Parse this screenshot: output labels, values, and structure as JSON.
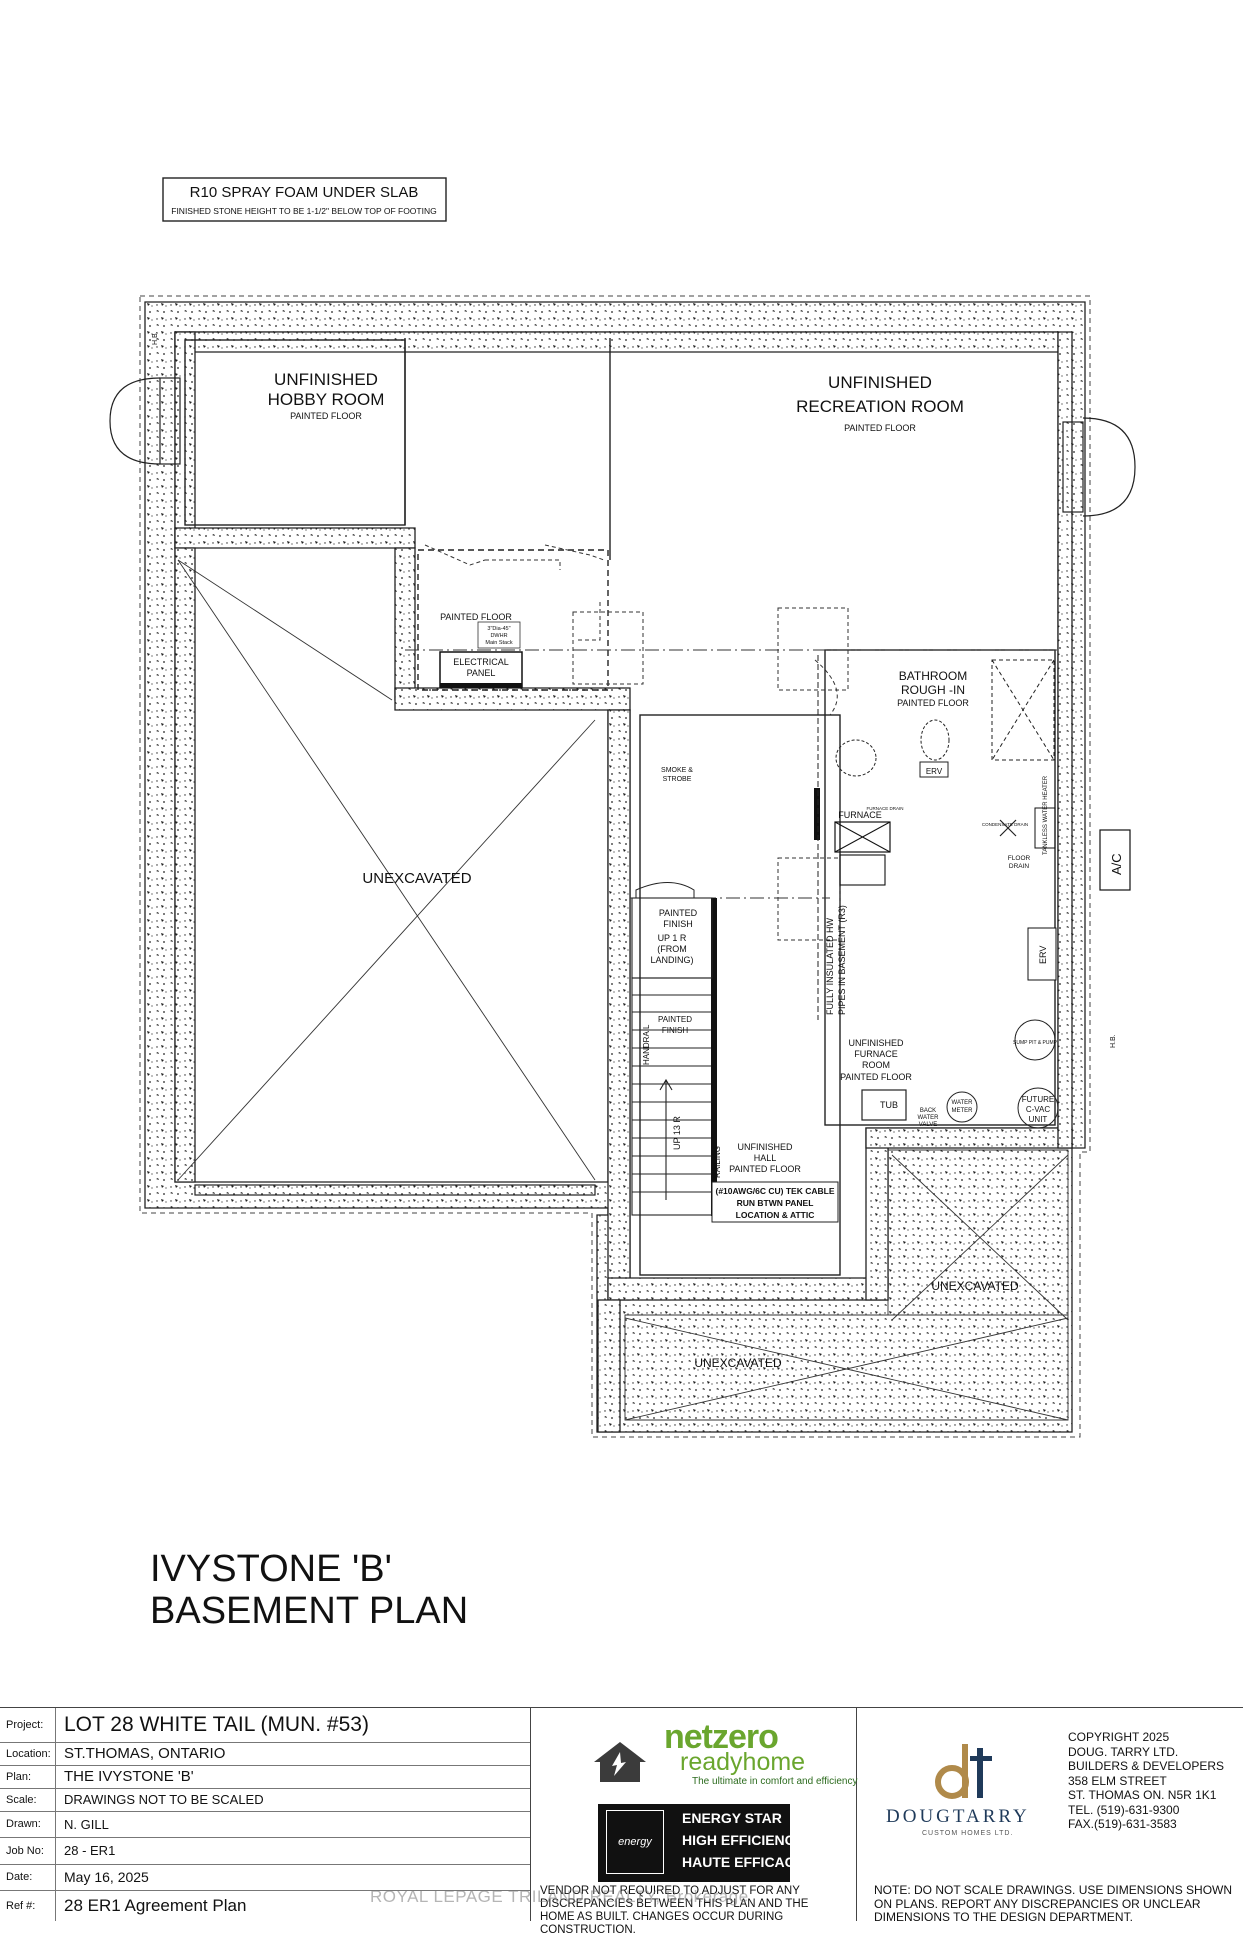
{
  "spec": {
    "line1": "R10 SPRAY FOAM UNDER SLAB",
    "line2": "FINISHED STONE HEIGHT TO BE 1-1/2\" BELOW TOP OF FOOTING"
  },
  "rooms": {
    "hobby1": "UNFINISHED",
    "hobby2": "HOBBY ROOM",
    "hobby_floor": "PAINTED FLOOR",
    "rec1": "UNFINISHED",
    "rec2": "RECREATION ROOM",
    "rec_floor": "PAINTED FLOOR",
    "unexc_left": "UNEXCAVATED",
    "unexc_right": "UNEXCAVATED",
    "unexc_bottom": "UNEXCAVATED",
    "bath1": "BATHROOM",
    "bath2": "ROUGH -IN",
    "bath_floor": "PAINTED FLOOR",
    "furnace_room1": "UNFINISHED",
    "furnace_room2": "FURNACE",
    "furnace_room3": "ROOM",
    "furnace_room_floor": "PAINTED FLOOR",
    "hall1": "UNFINISHED",
    "hall2": "HALL",
    "hall_floor": "PAINTED FLOOR"
  },
  "labels": {
    "painted_floor": "PAINTED FLOOR",
    "dwhr1": "3\"Dia-45\"",
    "dwhr2": "DWHR",
    "dwhr3": "Main Stack",
    "electrical1": "ELECTRICAL",
    "electrical2": "PANEL",
    "smoke1": "SMOKE &",
    "smoke2": "STROBE",
    "furnace": "FURNACE",
    "furnace_drain": "FURNACE DRAIN",
    "condensate": "CONDENSATE DRAIN",
    "tankless": "TANKLESS WATER HEATER",
    "ac": "A/C",
    "floor_drain1": "FLOOR",
    "floor_drain2": "DRAIN",
    "erv_bath": "ERV",
    "erv": "ERV",
    "insulated1": "FULLY INSULATED HW",
    "insulated2": "PIPES IN BASEMENT (R3)",
    "painted_finish1": "PAINTED",
    "painted_finish2": "FINISH",
    "up1r1": "UP 1 R",
    "up1r2": "(FROM",
    "up1r3": "LANDING)",
    "handrail": "HANDRAIL",
    "painted_finish_stair1": "PAINTED",
    "painted_finish_stair2": "FINISH",
    "up13r": "UP 13 R",
    "railing": "RAILING",
    "tub": "TUB",
    "backwater1": "BACK",
    "backwater2": "WATER",
    "backwater3": "VALVE",
    "water_meter1": "WATER",
    "water_meter2": "METER",
    "cvac1": "FUTURE",
    "cvac2": "C-VAC",
    "cvac3": "UNIT",
    "sump": "SUMP PIT & PUMP",
    "cable1": "(#10AWG/6C CU) TEK CABLE",
    "cable2": "RUN BTWN PANEL",
    "cable3": "LOCATION & ATTIC",
    "hb": "H.B."
  },
  "title": {
    "line1": "IVYSTONE 'B'",
    "line2": "BASEMENT PLAN"
  },
  "titleblock": {
    "rows": [
      {
        "key": "Project:",
        "value": "LOT 28 WHITE TAIL (MUN. #53)"
      },
      {
        "key": "Location:",
        "value": "ST.THOMAS, ONTARIO"
      },
      {
        "key": "Plan:",
        "value": "THE IVYSTONE 'B'"
      },
      {
        "key": "Scale:",
        "value": "DRAWINGS NOT TO BE SCALED"
      },
      {
        "key": "Drawn:",
        "value": "N. GILL"
      },
      {
        "key": "Job No:",
        "value": "28 - ER1"
      },
      {
        "key": "Date:",
        "value": "May 16, 2025"
      },
      {
        "key": "Ref #:",
        "value": "28 ER1 Agreement Plan"
      }
    ],
    "nz_word1": "netzero",
    "nz_word2": "readyhome",
    "nz_tagline": "The ultimate in comfort and efficiency",
    "es_logo": "energy",
    "es_line1": "ENERGY STAR",
    "es_line2": "HIGH EFFICIENCY",
    "es_line3": "HAUTE EFFICACITÉ",
    "vendor_note": "VENDOR NOT REQUIRED TO ADJUST FOR ANY DISCREPANCIES BETWEEN THIS PLAN AND THE HOME AS BUILT.  CHANGES OCCUR DURING CONSTRUCTION.",
    "dt_name": "DOUGTARRY",
    "dt_sub": "CUSTOM HOMES LTD.",
    "copyright": [
      "COPYRIGHT 2025",
      "DOUG. TARRY LTD.",
      "BUILDERS & DEVELOPERS",
      "358 ELM STREET",
      "ST. THOMAS ON. N5R 1K1",
      "TEL. (519)-631-9300",
      "FAX.(519)-631-3583"
    ],
    "note": "NOTE:  DO NOT SCALE DRAWINGS. USE DIMENSIONS SHOWN ON PLANS. REPORT ANY DISCREPANCIES OR UNCLEAR DIMENSIONS TO THE DESIGN DEPARTMENT."
  },
  "watermark": "ROYAL LEPAGE TRILAND REALTY, Brokerage"
}
